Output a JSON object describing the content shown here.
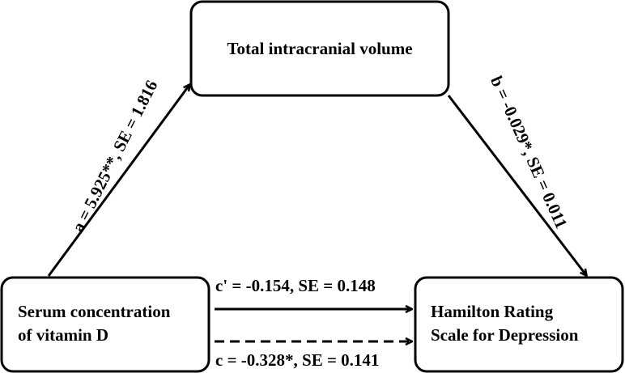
{
  "nodes": {
    "mediator": {
      "lines": [
        "Total  intracranial volume"
      ]
    },
    "predictor": {
      "lines": [
        "Serum concentration",
        "of  vitamin D"
      ]
    },
    "outcome": {
      "lines": [
        "Hamilton Rating",
        "Scale for Depression"
      ]
    }
  },
  "edges": {
    "a": {
      "label": "a = 5.925**, SE = 1.816",
      "style": "solid"
    },
    "b": {
      "label": "b = -0.029*, SE = 0.011",
      "style": "solid"
    },
    "c_prime": {
      "label": "c' = -0.154, SE = 0.148",
      "style": "solid"
    },
    "c": {
      "label": "c = -0.328*, SE = 0.141",
      "style": "dashed"
    }
  },
  "colors": {
    "line": "#000000",
    "box_fill": "#ffffff",
    "background": "#ffffff"
  }
}
